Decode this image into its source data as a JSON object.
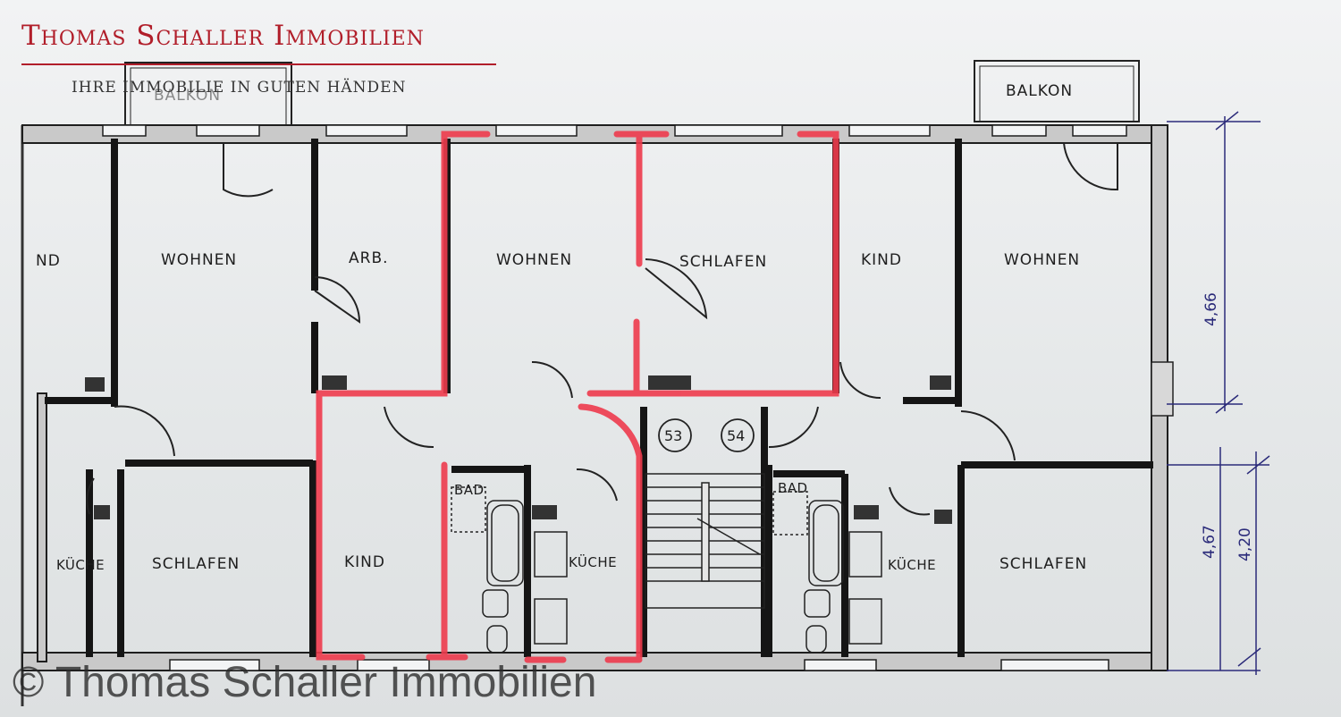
{
  "brand": {
    "name": "Thomas Schaller Immobilien",
    "tagline": "IHRE IMMOBILIE IN GUTEN HÄNDEN",
    "copyright": "© Thomas Schaller Immobilien",
    "color": "#b11e2a"
  },
  "plan": {
    "balcony_left": "BALKON",
    "balcony_right": "BALKON",
    "rooms": {
      "far_left_partial": "ND",
      "wohnen_left": "WOHNEN",
      "arb": "ARB.",
      "wohnen_center": "WOHNEN",
      "schlafen_center": "SCHLAFEN",
      "kind_right": "KIND",
      "wohnen_right": "WOHNEN",
      "kueche_far_left": "KÜCHE",
      "schlafen_left": "SCHLAFEN",
      "kind_center": "KIND",
      "bad_center": "BAD",
      "kueche_center": "KÜCHE",
      "bad_right": "BAD",
      "kueche_right": "KÜCHE",
      "schlafen_right": "SCHLAFEN"
    },
    "unit_numbers": [
      "53",
      "54"
    ],
    "dimensions": [
      "4,66",
      "4,67",
      "4,20"
    ],
    "highlight_color": "#ee3b4d"
  }
}
